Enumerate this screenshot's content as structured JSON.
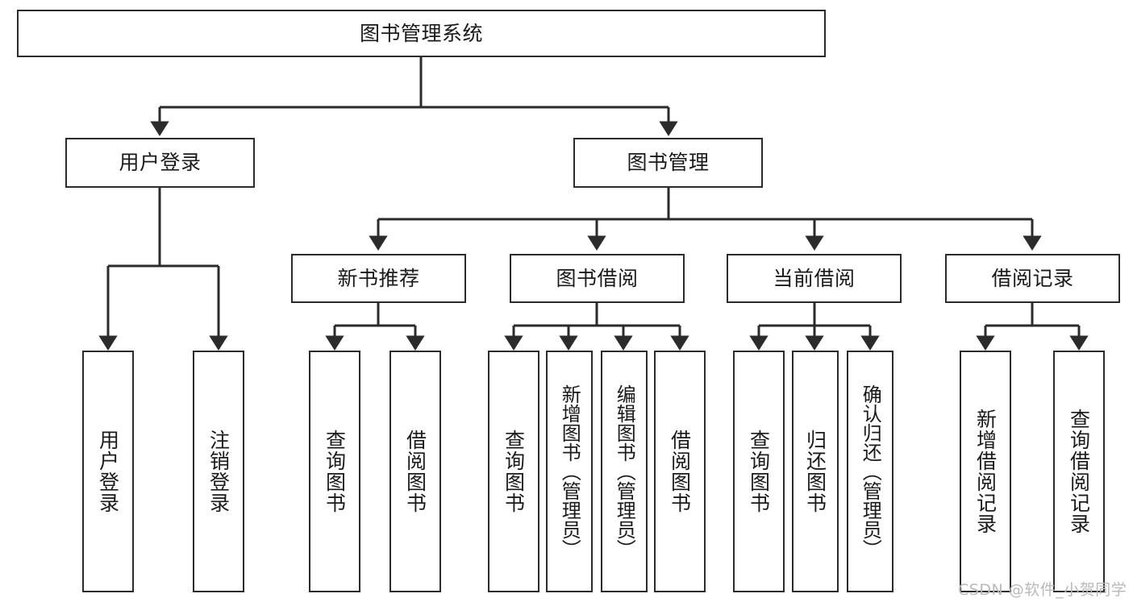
{
  "diagram": {
    "type": "tree-hierarchy",
    "title": "图书管理系统",
    "watermark": "CSDN @软件_小贺同学",
    "colors": {
      "stroke": "#2b2b2b",
      "background": "#ffffff",
      "text": "#1a1a1a",
      "watermark": "#b9b9b9"
    },
    "levels": {
      "root": {
        "label": "图书管理系统"
      },
      "level1": [
        {
          "id": "user-login",
          "label": "用户登录"
        },
        {
          "id": "book-manage",
          "label": "图书管理"
        }
      ],
      "level2": [
        {
          "id": "new-book-recommend",
          "label": "新书推荐",
          "parent": "book-manage"
        },
        {
          "id": "book-borrow",
          "label": "图书借阅",
          "parent": "book-manage"
        },
        {
          "id": "current-borrow",
          "label": "当前借阅",
          "parent": "book-manage"
        },
        {
          "id": "borrow-record",
          "label": "借阅记录",
          "parent": "book-manage"
        }
      ],
      "leaves": [
        {
          "id": "leaf-user-login",
          "label": "用户登录",
          "parent": "user-login"
        },
        {
          "id": "leaf-logout-login",
          "label": "注销登录",
          "parent": "user-login"
        },
        {
          "id": "leaf-query-book-1",
          "label": "查询图书",
          "parent": "new-book-recommend"
        },
        {
          "id": "leaf-borrow-book-1",
          "label": "借阅图书",
          "parent": "new-book-recommend"
        },
        {
          "id": "leaf-query-book-2",
          "label": "查询图书",
          "parent": "book-borrow"
        },
        {
          "id": "leaf-add-book",
          "label": "新增图书（管理员）",
          "parent": "book-borrow"
        },
        {
          "id": "leaf-edit-book",
          "label": "编辑图书（管理员）",
          "parent": "book-borrow"
        },
        {
          "id": "leaf-borrow-book-2",
          "label": "借阅图书",
          "parent": "book-borrow"
        },
        {
          "id": "leaf-query-book-3",
          "label": "查询图书",
          "parent": "current-borrow"
        },
        {
          "id": "leaf-return-book",
          "label": "归还图书",
          "parent": "current-borrow"
        },
        {
          "id": "leaf-confirm-return",
          "label": "确认归还（管理员）",
          "parent": "current-borrow"
        },
        {
          "id": "leaf-add-record",
          "label": "新增借阅记录",
          "parent": "borrow-record"
        },
        {
          "id": "leaf-query-record",
          "label": "查询借阅记录",
          "parent": "borrow-record"
        }
      ]
    }
  }
}
